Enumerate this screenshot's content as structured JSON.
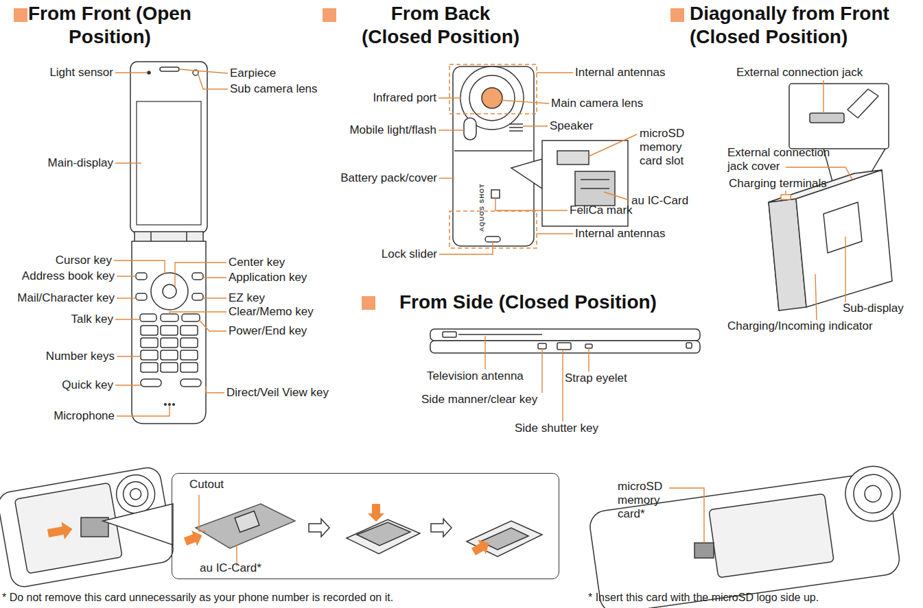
{
  "diagram": {
    "nodes": [
      {
        "text": [
          "Cutout",
          "au IC-Card*"
        ]
      }
    ],
    "labels": [
      "From Front (Open Position)",
      "Light sensor",
      "Earpiece",
      "Sub camera lens",
      "Main-display",
      "Cursor key",
      "Center key",
      "Address book key",
      "Application key",
      "Mail/Character key",
      "EZ key",
      "Talk key",
      "Clear/Memo key",
      "Power/End key",
      "Number keys",
      "Quick key",
      "Direct/Veil View key",
      "Microphone",
      "From Back (Closed Position)",
      "Internal antennas",
      "Infrared port",
      "Main camera lens",
      "Mobile light/flash",
      "Speaker",
      "microSD memory card slot",
      "Battery pack/cover",
      "au IC-Card",
      "FeliCa mark",
      "Internal antennas",
      "Lock slider",
      "AQUOS SHOT",
      "Diagonally from Front (Closed Position)",
      "External connection jack",
      "External connection jack cover",
      "Charging terminals",
      "Sub-display",
      "Charging/Incoming indicator",
      "From Side (Closed Position)",
      "Television antenna",
      "Side manner/clear key",
      "Strap eyelet",
      "Side shutter key",
      "microSD memory card*",
      "* Do not remove this card unnecessarily as your phone number is recorded on it.",
      "* Insert this card with the microSD logo side up."
    ]
  }
}
